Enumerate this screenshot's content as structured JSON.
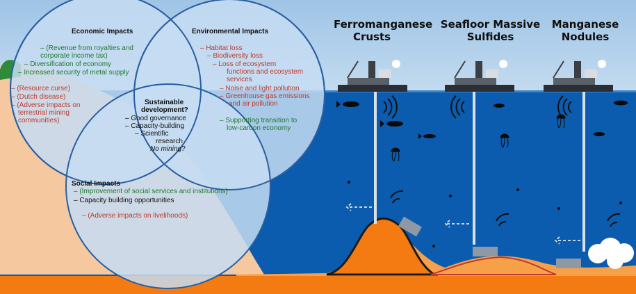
{
  "colors": {
    "sky": "#a9cbe8",
    "sea": "#0b5cae",
    "land": "#f5c8a0",
    "sediment": "#f7a04a",
    "orange": "#f47a12",
    "circle_fill": "#c6dcf2",
    "circle_stroke": "#2a5fa0",
    "positive": "#1e7a2e",
    "negative": "#c0392b"
  },
  "deposits": {
    "crusts": "Ferromanganese\nCrusts",
    "sulfides": "Seafloor Massive\nSulfides",
    "nodules": "Manganese\nNodules"
  },
  "economic": {
    "title": "Economic Impacts",
    "items": [
      "–  (Revenue from royalties and",
      "corporate income tax)",
      "–  Diversification of economy",
      "–  Increased security of metal supply",
      "–  (Resource curse)",
      "–  (Dutch disease)",
      "–  (Adverse impacts on",
      "terrestrial mining",
      "communities)"
    ]
  },
  "environmental": {
    "title": "Environmental Impacts",
    "items": [
      "–  Habitat loss",
      "–  Biodiversity loss",
      "–  Loss of ecosystem",
      "functions and ecosystem",
      "services",
      "–  Noise and light pollution",
      "–  Greenhouse gas emissions",
      "and air pollution",
      "–  Supporting transition to",
      "low-carbon economy"
    ]
  },
  "social": {
    "title": "Social Impacts",
    "items": [
      "–  (Improvement of social services and institutions)",
      "–  Capacity building opportunities",
      "–  (Adverse impacts on livelihoods)"
    ]
  },
  "center": {
    "title_1": "Sustainable",
    "title_2": "development?",
    "items": [
      "–  Good governance",
      "–  Capacity-building",
      "–  Scientific",
      "research"
    ],
    "last": "No mining?"
  }
}
